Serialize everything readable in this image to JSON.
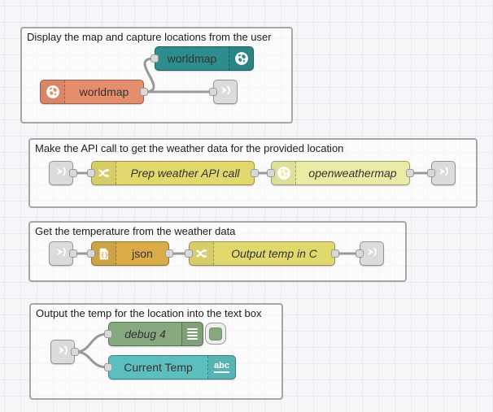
{
  "palette": {
    "canvas_bg": "#F6F6F9",
    "grid_line": "#E9E9F1",
    "group_border": "#A6A6A6",
    "wire": "#999999",
    "port_fill": "#D9D9D9",
    "port_border": "#999999",
    "node_label": "#333333"
  },
  "groups": {
    "map": {
      "title": "Display the map and capture locations from the user"
    },
    "api": {
      "title": "Make the API call to get the weather data for the provided location"
    },
    "temperature": {
      "title": "Get the temperature from the weather data"
    },
    "output": {
      "title": "Output the temp for the location into the text box"
    }
  },
  "nodes": {
    "worldmap_out": {
      "label": "worldmap",
      "color": "#2E8C8C",
      "icon": "globe-icon"
    },
    "worldmap_in": {
      "label": "worldmap",
      "color": "#E58E6E",
      "icon": "globe-icon"
    },
    "link_out_map": {
      "color": "#DBDBDB",
      "icon": "link-out-icon"
    },
    "link_in_api": {
      "color": "#DBDBDB",
      "icon": "link-in-icon"
    },
    "prep_weather": {
      "label": "Prep weather API call",
      "color": "#E2D96E",
      "icon": "shuffle-icon"
    },
    "openweathermap": {
      "label": "openweathermap",
      "color": "#EAEBA4",
      "icon": "globe-icon"
    },
    "link_out_api": {
      "color": "#DBDBDB",
      "icon": "link-out-icon"
    },
    "link_in_temp": {
      "color": "#DBDBDB",
      "icon": "link-in-icon"
    },
    "json": {
      "label": "json",
      "color": "#D9AC48",
      "icon": "json-file-icon"
    },
    "output_temp": {
      "label": "Output temp in C",
      "color": "#E2D96E",
      "icon": "shuffle-icon"
    },
    "link_out_temp": {
      "color": "#DBDBDB",
      "icon": "link-out-icon"
    },
    "link_in_output": {
      "color": "#DBDBDB",
      "icon": "link-in-icon"
    },
    "debug": {
      "label": "debug 4",
      "color": "#87A980",
      "icon": "debug-list-icon",
      "toggle_color": "#87A980"
    },
    "current_temp": {
      "label": "Current Temp",
      "color": "#5DBEBE",
      "icon": "abc-icon",
      "icon_label": "abc"
    }
  }
}
